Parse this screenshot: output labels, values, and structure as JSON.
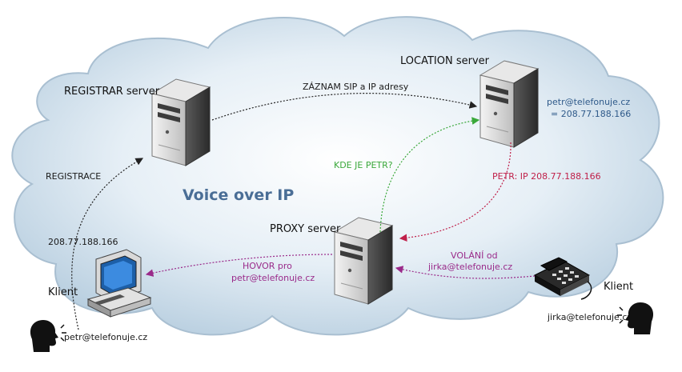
{
  "diagram": {
    "title": "Voice over IP",
    "servers": {
      "registrar": "REGISTRAR server",
      "location": "LOCATION server",
      "proxy": "PROXY server"
    },
    "location_record": {
      "line1": "petr@telefonuje.cz",
      "line2": "= 208.77.188.166"
    },
    "flows": {
      "registrace": "REGISTRACE",
      "zaznam": "ZÁZNAM SIP a IP adresy",
      "kde_je_petr": "KDE JE PETR?",
      "petr_ip": "PETR: IP 208.77.188.166",
      "volani_line1": "VOLÁNÍ od",
      "volani_line2": "jirka@telefonuje.cz",
      "hovor_line1": "HOVOR pro",
      "hovor_line2": "petr@telefonuje.cz"
    },
    "clients": {
      "left_ip": "208.77.188.166",
      "left_label": "Klient",
      "left_user": "petr@telefonuje.cz",
      "right_label": "Klient",
      "right_user": "jirka@telefonuje.cz"
    },
    "colors": {
      "cloud": "#c9dbe8",
      "green": "#3aa83a",
      "red": "#c0204a",
      "purple": "#9a2a8a",
      "blue_text": "#2f5a8a"
    }
  }
}
